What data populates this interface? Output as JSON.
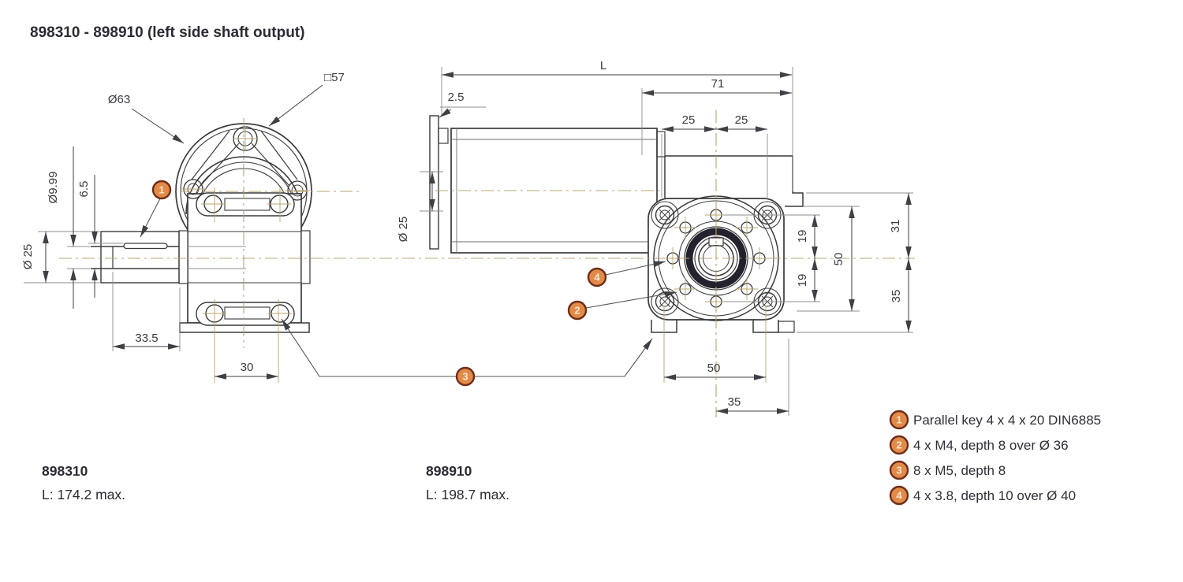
{
  "title": "898310 - 898910 (left side shaft output)",
  "left_view": {
    "flange_dia": "Ø63",
    "square_size": "□57",
    "shaft_dia": "Ø9.99",
    "key_offset": "6.5",
    "hub_dia": "Ø 25",
    "shaft_length": "33.5",
    "slot_spacing": "30"
  },
  "side_view": {
    "overall_length": "L",
    "gear_length": "71",
    "cap_thickness": "2.5",
    "boss_dia": "Ø 25"
  },
  "face_view": {
    "hole_offset_left": "25",
    "hole_offset_right": "25",
    "hole_pitch_upper": "19",
    "hole_pitch_lower": "19",
    "bolt_span": "50",
    "center_to_top": "31",
    "center_to_bottom": "35",
    "foot_spacing": "50",
    "foot_offset": "35"
  },
  "callouts": [
    {
      "num": "1"
    },
    {
      "num": "2"
    },
    {
      "num": "3"
    },
    {
      "num": "4"
    }
  ],
  "legend": [
    {
      "num": "1",
      "text": "Parallel key 4 x 4 x 20 DIN6885"
    },
    {
      "num": "2",
      "text": "4 x M4, depth 8 over Ø 36"
    },
    {
      "num": "3",
      "text": "8 x M5, depth 8"
    },
    {
      "num": "4",
      "text": "4 x 3.8, depth 10 over Ø 40"
    }
  ],
  "variants": [
    {
      "model": "898310",
      "max_length": "L: 174.2 max."
    },
    {
      "model": "898910",
      "max_length": "L: 198.7 max."
    }
  ],
  "colors": {
    "line": "#3a3a3a",
    "centerline": "#b8a470",
    "callout_fill": "#e28a48",
    "callout_border": "#6f2d18",
    "callout_text": "#fde7cf"
  }
}
